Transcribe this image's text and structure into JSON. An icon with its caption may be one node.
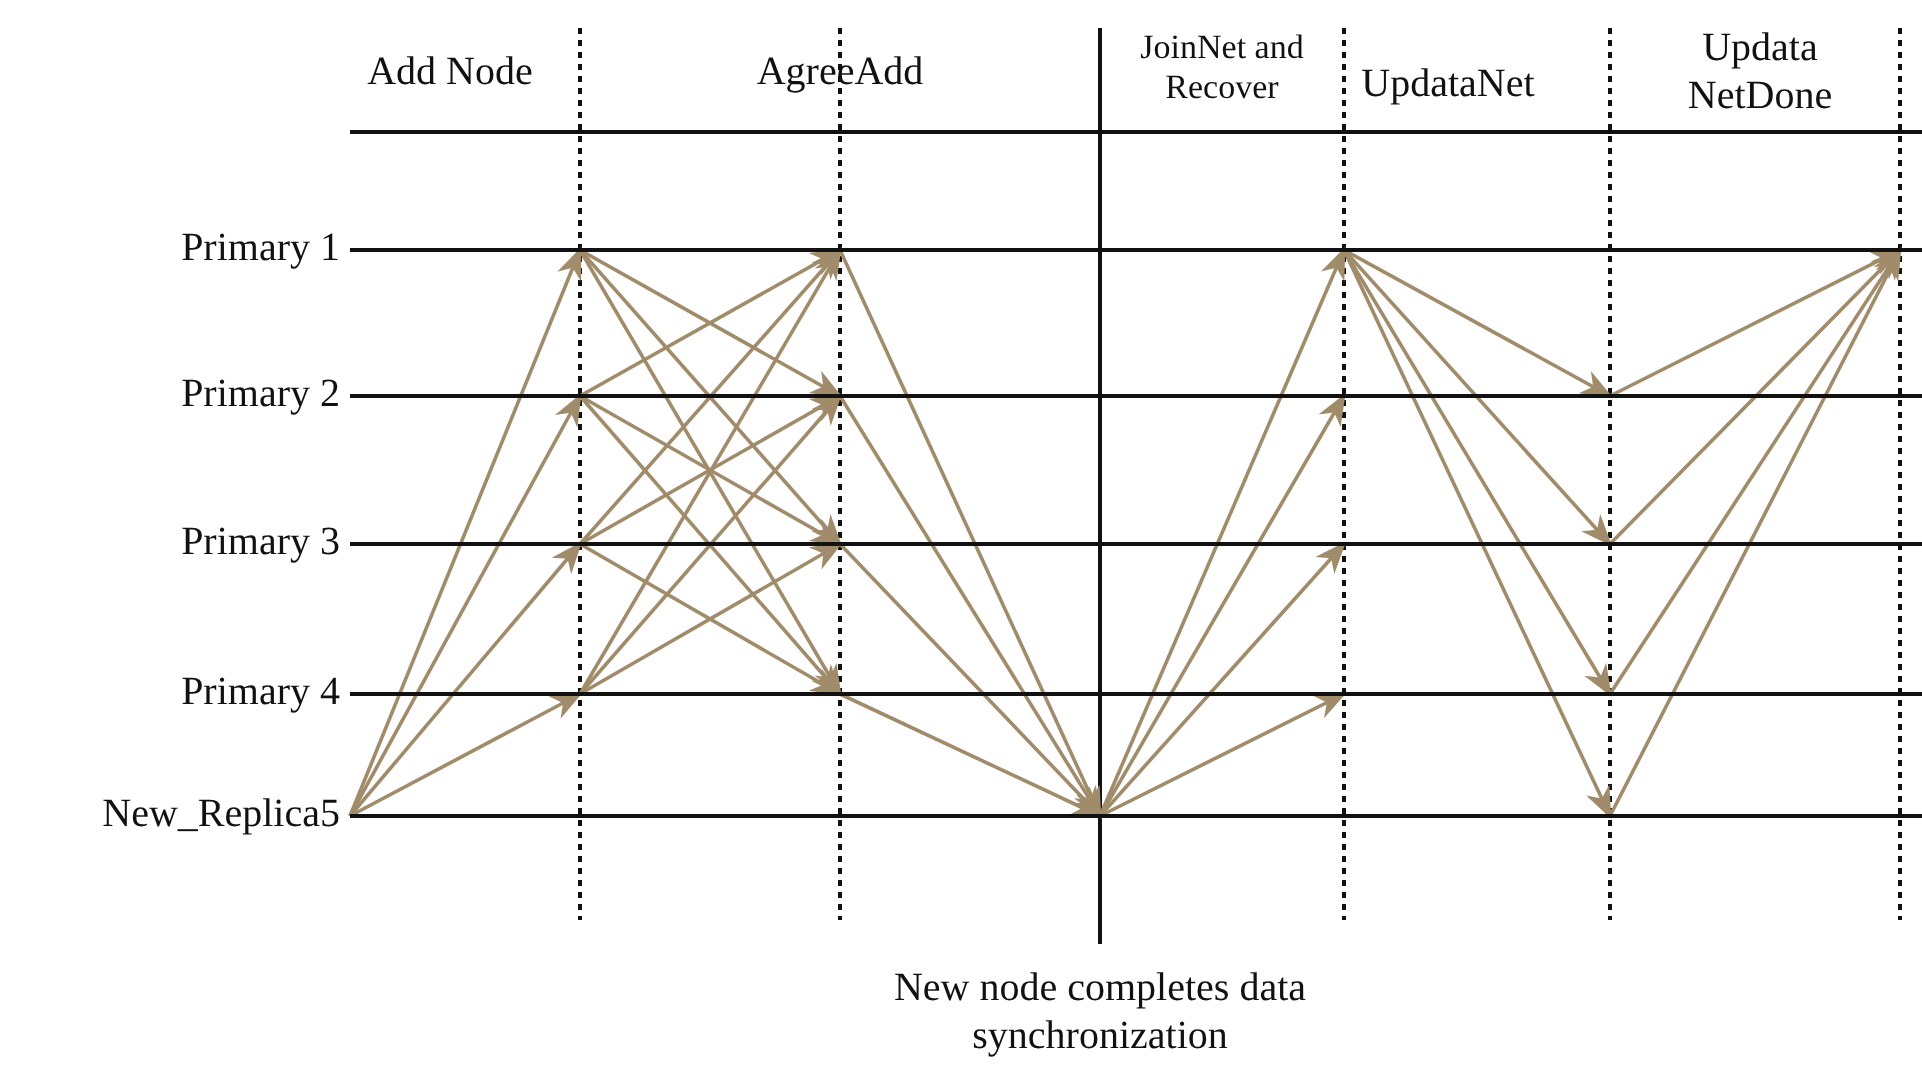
{
  "diagram": {
    "nodes": [
      {
        "text": [
          "Primary 1"
        ]
      },
      {
        "text": [
          "Primary 2"
        ]
      },
      {
        "text": [
          "Primary 3"
        ]
      },
      {
        "text": [
          "Primary 4"
        ]
      },
      {
        "text": [
          "New_Replica5"
        ]
      }
    ],
    "edges": [
      {
        "from": 4,
        "to": 0,
        "arrow": "to"
      },
      {
        "from": 4,
        "to": 1,
        "arrow": "to"
      },
      {
        "from": 4,
        "to": 2,
        "arrow": "to"
      },
      {
        "from": 4,
        "to": 3,
        "arrow": "to"
      },
      {
        "from": 0,
        "to": 1,
        "arrow": "to"
      },
      {
        "from": 0,
        "to": 2,
        "arrow": "to"
      },
      {
        "from": 0,
        "to": 3,
        "arrow": "to"
      },
      {
        "from": 1,
        "to": 0,
        "arrow": "to"
      },
      {
        "from": 1,
        "to": 2,
        "arrow": "to"
      },
      {
        "from": 1,
        "to": 3,
        "arrow": "to"
      },
      {
        "from": 2,
        "to": 0,
        "arrow": "to"
      },
      {
        "from": 2,
        "to": 1,
        "arrow": "to"
      },
      {
        "from": 2,
        "to": 3,
        "arrow": "to"
      },
      {
        "from": 3,
        "to": 0,
        "arrow": "to"
      },
      {
        "from": 3,
        "to": 1,
        "arrow": "to"
      },
      {
        "from": 3,
        "to": 2,
        "arrow": "to"
      },
      {
        "from": 0,
        "to": 4,
        "arrow": "to"
      },
      {
        "from": 1,
        "to": 4,
        "arrow": "to"
      },
      {
        "from": 2,
        "to": 4,
        "arrow": "to"
      },
      {
        "from": 3,
        "to": 4,
        "arrow": "to"
      },
      {
        "from": 4,
        "to": 0,
        "arrow": "to"
      },
      {
        "from": 4,
        "to": 1,
        "arrow": "to"
      },
      {
        "from": 4,
        "to": 2,
        "arrow": "to"
      },
      {
        "from": 4,
        "to": 3,
        "arrow": "to"
      },
      {
        "from": 0,
        "to": 1,
        "arrow": "to"
      },
      {
        "from": 0,
        "to": 2,
        "arrow": "to"
      },
      {
        "from": 0,
        "to": 3,
        "arrow": "to"
      },
      {
        "from": 0,
        "to": 4,
        "arrow": "to"
      },
      {
        "from": 1,
        "to": 0,
        "arrow": "to"
      },
      {
        "from": 2,
        "to": 0,
        "arrow": "to"
      },
      {
        "from": 3,
        "to": 0,
        "arrow": "to"
      },
      {
        "from": 4,
        "to": 0,
        "arrow": "to"
      }
    ],
    "labels": [
      "Add Node",
      "AgreeAdd",
      "JoinNet and Recover",
      "UpdataNet",
      "Updata NetDone",
      "New node completes data synchronization"
    ]
  }
}
